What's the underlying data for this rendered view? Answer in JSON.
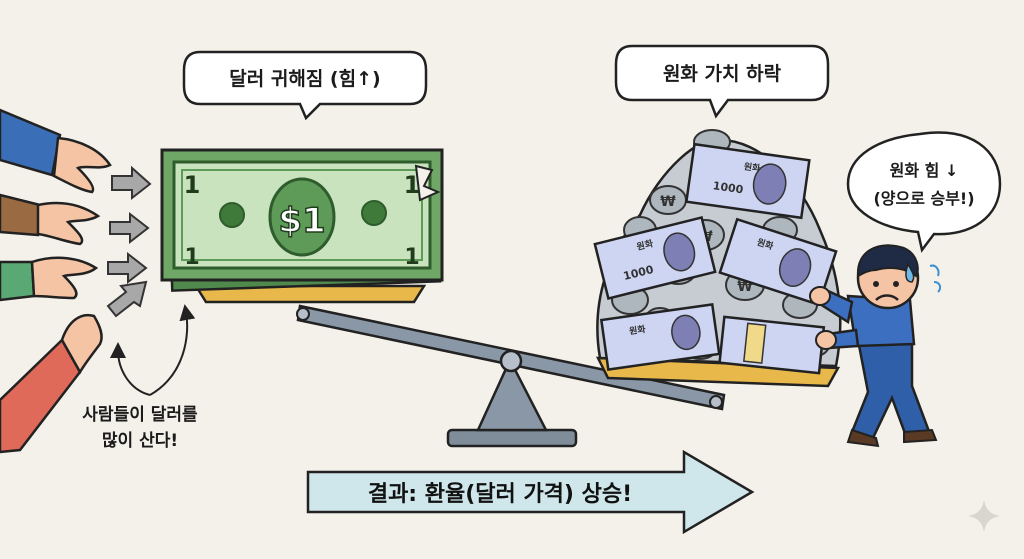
{
  "dollar_bubble": "달러 귀해짐 (힘↑)",
  "won_bubble": "원화 가치 하락",
  "boy_bubble_line1": "원화 힘 ↓",
  "boy_bubble_line2": "(양으로 승부!)",
  "people_note_line1": "사람들이 달러를",
  "people_note_line2": "많이 산다!",
  "result_text": "결과: 환율(달러 가격) 상승!",
  "dollar_bill_value": "$1",
  "dollar_bill_corner": "1",
  "won_note_value": "1000",
  "won_note_label": "원화",
  "won_symbol": "₩",
  "colors": {
    "background": "#f3f1ea",
    "bill_green": "#5e9a58",
    "pan_gold": "#e8b94a",
    "scale_grey": "#8a97a6",
    "arrow_fill": "#cfe6ea",
    "boy_shirt": "#3d6fc1"
  }
}
